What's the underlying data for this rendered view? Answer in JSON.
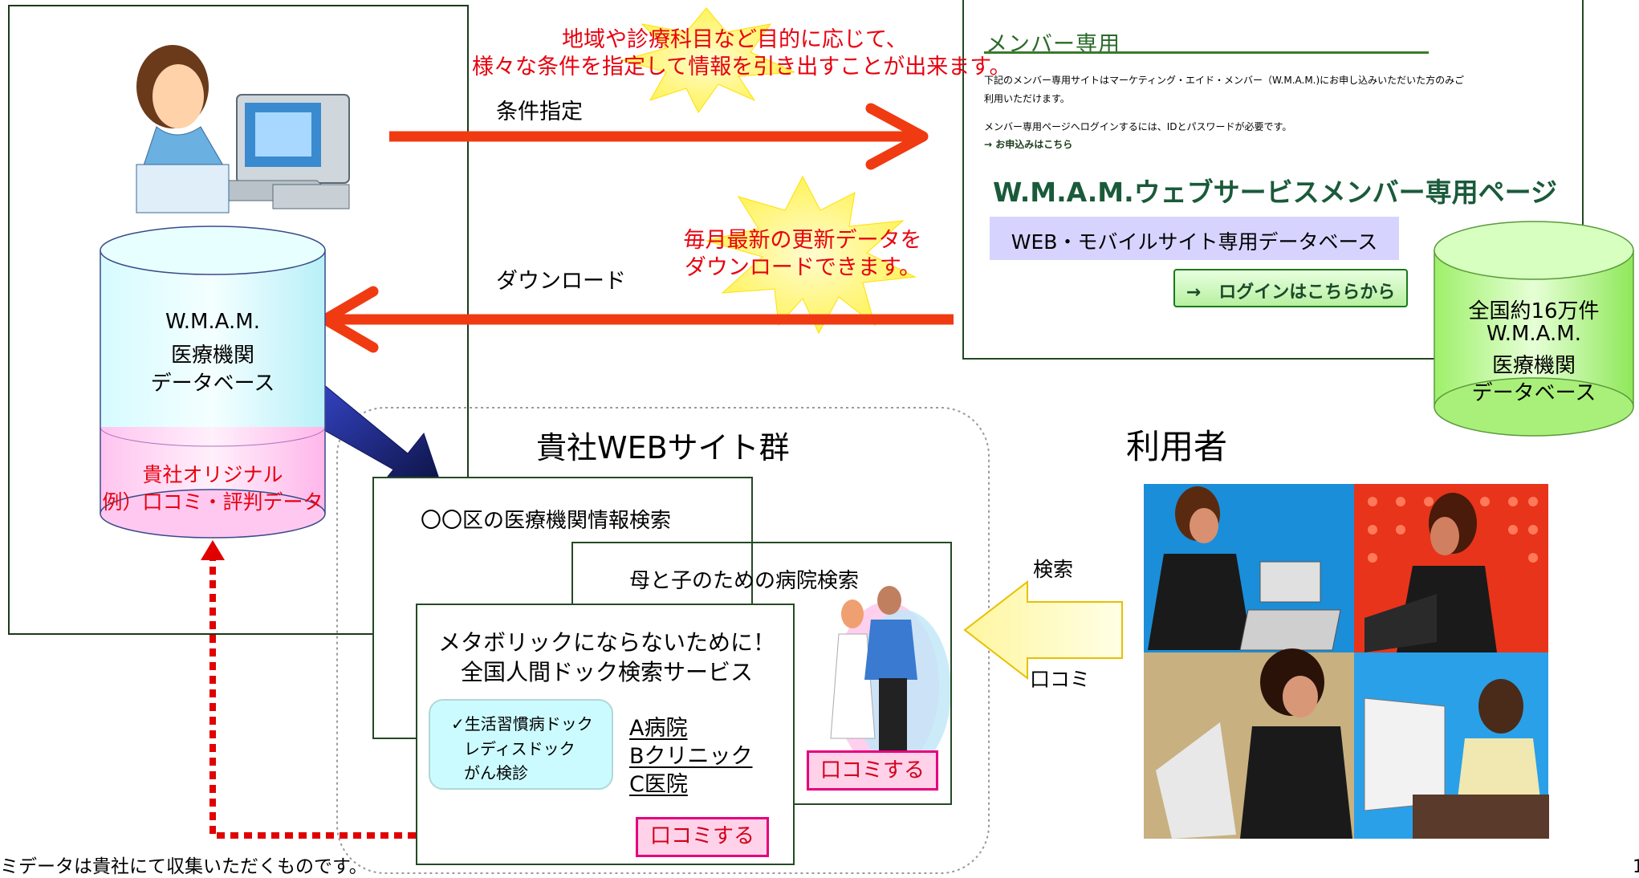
{
  "callouts": {
    "conditions_line1": "地域や診療科目など目的に応じて、",
    "conditions_line2": "様々な条件を指定して情報を引き出すことが出来ます。",
    "update_line1": "毎月最新の更新データを",
    "update_line2": "ダウンロードできます。"
  },
  "flows": {
    "specify": "条件指定",
    "download": "ダウンロード",
    "search": "検索",
    "review": "口コミ"
  },
  "database_local": {
    "line1": "W.M.A.M.",
    "line2": "医療機関",
    "line3": "データベース",
    "original_line1": "貴社オリジナル",
    "original_line2": "例）口コミ・評判データ"
  },
  "database_national": {
    "line1": "全国約16万件",
    "line2": "W.M.A.M.",
    "line3": "医療機関",
    "line4": "データベース"
  },
  "member_page": {
    "heading": "メンバー専用",
    "desc1": "下記のメンバー専用サイトはマーケティング・エイド・メンバー（W.M.A.M.)にお申し込みいただいた方のみご",
    "desc2": "利用いただけます。",
    "desc3": "メンバー専用ページへログインするには、IDとパスワードが必要です。",
    "apply_link": "→ お申込みはこちら",
    "title": "W.M.A.M.ウェブサービスメンバー専用ページ",
    "db_label": "WEB・モバイルサイト専用データベース",
    "login_button": "→　ログインはこちらから"
  },
  "site_group": {
    "title": "貴社WEBサイト群",
    "card1_title": "〇〇区の医療機関情報検索",
    "card2_title": "母と子のための病院検索",
    "card3_title_line1": "メタボリックにならないために！",
    "card3_title_line2": "全国人間ドック検索サービス",
    "checklist": [
      "✓生活習慣病ドック",
      "レディスドック",
      "がん検診"
    ],
    "hospitals": [
      "A病院",
      "Bクリニック",
      "C医院"
    ],
    "review_button": "口コミする"
  },
  "users": {
    "title": "利用者"
  },
  "footnote": "ミデータは貴社にて収集いただくものです。",
  "page_number_partial": "1"
}
